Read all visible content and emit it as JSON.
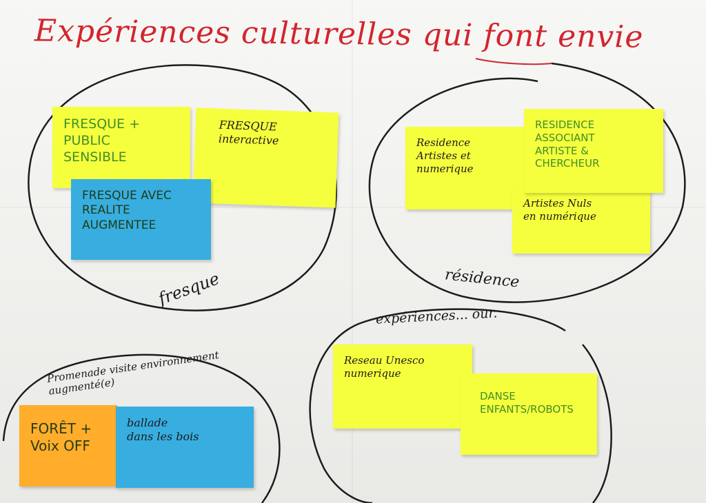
{
  "title": "Expériences culturelles qui font envie",
  "groups": {
    "fresque": "fresque",
    "residence": "résidence",
    "experiences": "expériences... our.",
    "promenade": "Promenade visite environnement augmenté(e)"
  },
  "notes": {
    "fresque_public": "FRESQUE +\nPUBLIC\nSENSIBLE",
    "fresque_interactive": "FRESQUE\ninteractive",
    "fresque_realite": "FRESQUE AVEC\nREALITE\nAUGMENTEE",
    "residence_artistes": "Residence\nArtistes et\nnumerique",
    "residence_associant": "RESIDENCE\nASSOCIANT\nARTISTE & CHERCHEUR",
    "artistes_nuls": "Artistes Nuls\nen numérique",
    "reseau_unesco": "Reseau Unesco\nnumerique",
    "danse": "DANSE\nENFANTS/ROBOTS",
    "foret": "FORÊT +\nVoix OFF",
    "ballade": "ballade\ndans les bois"
  },
  "colors": {
    "title_ink": "#d3252e",
    "yellow_note": "#f6ff3d",
    "blue_note": "#38aee0",
    "orange_note": "#ffad2a",
    "green_ink": "#3f8f2a"
  }
}
